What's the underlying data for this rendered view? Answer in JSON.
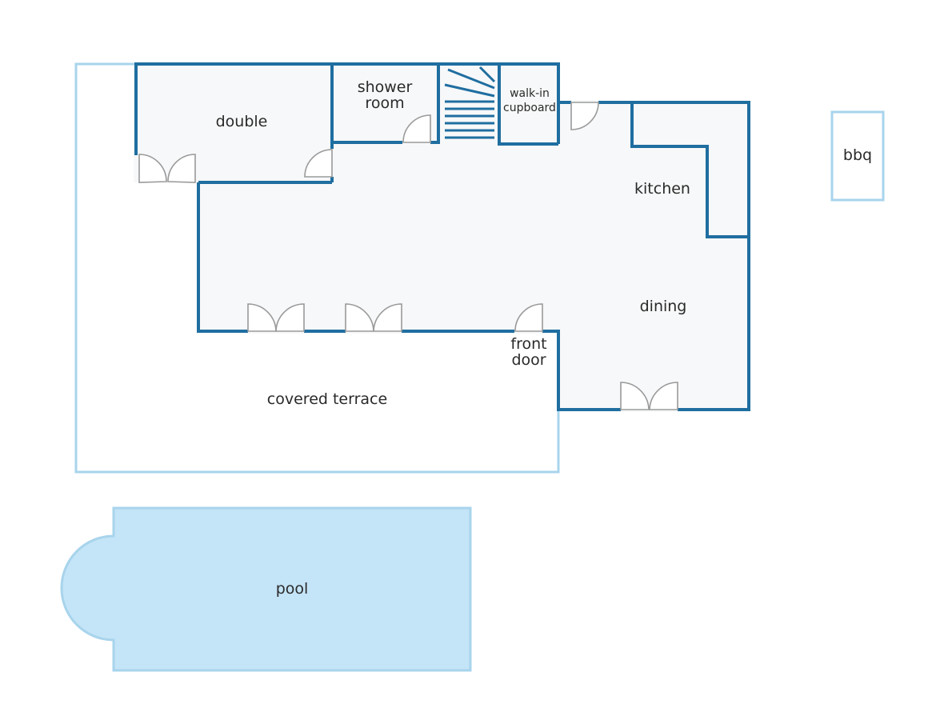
{
  "colors": {
    "wall": "#1f6ea0",
    "outline": "#a8d4ec",
    "floor": "#f7f8f9",
    "door": "#9a9a9a",
    "pool": "#c4e4f7",
    "label": "#2a2a2a"
  },
  "rooms": {
    "double": "double",
    "shower_room": [
      "shower",
      "room"
    ],
    "walk_in_cupboard": [
      "walk-in",
      "cupboard"
    ],
    "kitchen": "kitchen",
    "dining": "dining",
    "front_door": [
      "front",
      "door"
    ],
    "covered_terrace": "covered terrace",
    "pool": "pool",
    "bbq": "bbq"
  }
}
